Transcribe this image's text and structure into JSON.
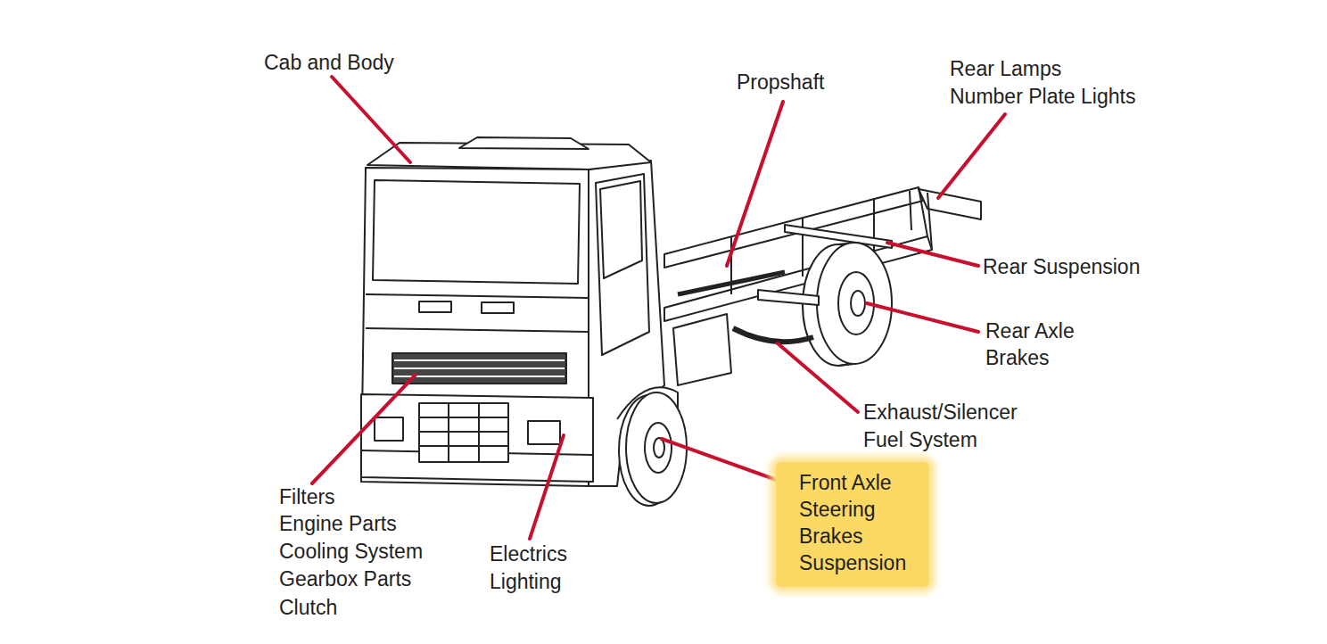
{
  "diagram": {
    "nodes": [
      {
        "text": [
          "Front Axle",
          "Steering",
          "Brakes",
          "Suspension"
        ]
      }
    ],
    "labels": [
      "Cab and Body",
      "Propshaft",
      "Rear Lamps",
      "Number Plate Lights",
      "Rear Suspension",
      "Rear Axle",
      "Brakes",
      "Exhaust/Silencer",
      "Fuel System",
      "Filters",
      "Engine Parts",
      "Cooling System",
      "Gearbox Parts",
      "Clutch",
      "Electrics",
      "Lighting"
    ]
  }
}
